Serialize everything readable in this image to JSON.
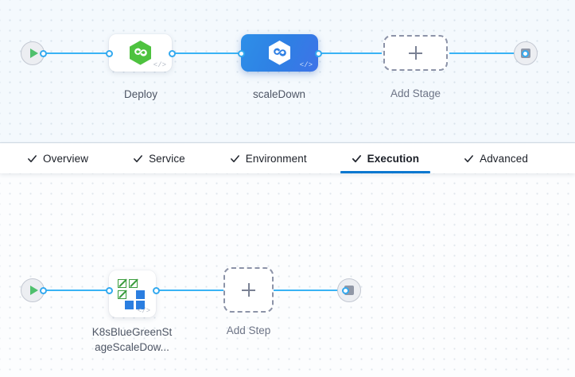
{
  "app": {
    "canvas_bg_top": "#f4f9fd",
    "canvas_bg_bottom": "#fcfdfe",
    "accent": "#0b78d0",
    "wire_color": "#39b3f5",
    "selected_node_color": "#2f7fe4",
    "k8s_green": "#3a9c3c",
    "k8s_blue": "#2b7ee0",
    "harness_green": "#4ec23f"
  },
  "tabs": {
    "items": [
      {
        "label": "Overview",
        "icon": "check-icon",
        "active": false
      },
      {
        "label": "Service",
        "icon": "check-icon",
        "active": false
      },
      {
        "label": "Environment",
        "icon": "check-icon",
        "active": false
      },
      {
        "label": "Execution",
        "icon": "check-icon",
        "active": true
      },
      {
        "label": "Advanced",
        "icon": "check-icon",
        "active": false
      }
    ]
  },
  "stage_flow": {
    "start_icon": "play-icon",
    "end_icon": "stop-icon",
    "nodes": [
      {
        "label": "Deploy",
        "icon": "harness-hexagon-icon",
        "selected": false,
        "code_glyph": "</>"
      },
      {
        "label": "scaleDown",
        "icon": "harness-hexagon-icon",
        "selected": true,
        "code_glyph": "</>"
      }
    ],
    "add_stage": {
      "label": "Add Stage",
      "icon": "plus-icon"
    }
  },
  "step_flow": {
    "start_icon": "play-icon",
    "end_icon": "stop-icon",
    "nodes": [
      {
        "label_line1": "K8sBlueGreenSt",
        "label_line2": "ageScaleDow...",
        "icon": "k8s-bluegreen-grid-icon",
        "code_glyph": "</>"
      }
    ],
    "add_step": {
      "label": "Add Step",
      "icon": "plus-icon"
    }
  }
}
